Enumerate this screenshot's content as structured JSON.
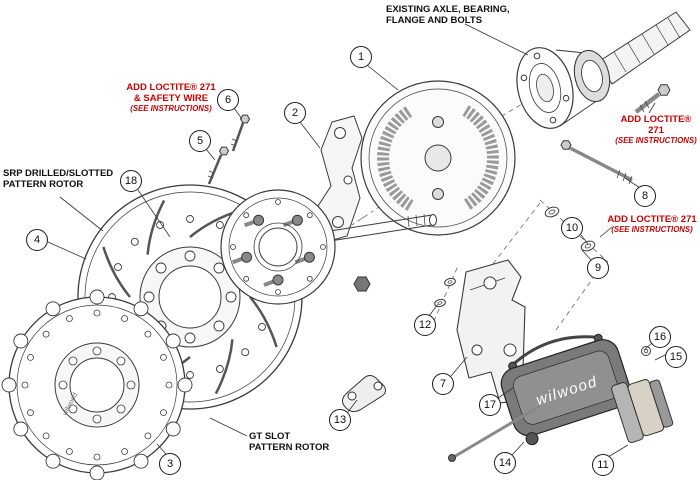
{
  "brand_text": "wilwood",
  "colors": {
    "label_red": "#cc0000",
    "line_color": "#3a3a3a"
  },
  "labels": {
    "axle": {
      "line1": "EXISTING AXLE, BEARING,",
      "line2": "FLANGE AND BOLTS"
    },
    "loctite_safety_wire": {
      "line1": "ADD LOCTITE® 271",
      "line2": "& SAFETY WIRE",
      "line3": "(SEE INSTRUCTIONS)"
    },
    "loctite_upper_right": {
      "line1": "ADD LOCTITE® 271",
      "line2": "(SEE INSTRUCTIONS)"
    },
    "loctite_mid_right": {
      "line1": "ADD LOCTITE® 271",
      "line2": "(SEE INSTRUCTIONS)"
    },
    "srp_rotor": {
      "line1": "SRP DRILLED/SLOTTED",
      "line2": "PATTERN ROTOR"
    },
    "gt_rotor": {
      "line1": "GT SLOT",
      "line2": "PATTERN ROTOR"
    }
  },
  "callouts": [
    {
      "n": "1"
    },
    {
      "n": "2"
    },
    {
      "n": "3"
    },
    {
      "n": "4"
    },
    {
      "n": "5"
    },
    {
      "n": "6"
    },
    {
      "n": "7"
    },
    {
      "n": "8"
    },
    {
      "n": "9"
    },
    {
      "n": "10"
    },
    {
      "n": "11"
    },
    {
      "n": "12"
    },
    {
      "n": "13"
    },
    {
      "n": "14"
    },
    {
      "n": "15"
    },
    {
      "n": "16"
    },
    {
      "n": "17"
    },
    {
      "n": "18"
    }
  ]
}
